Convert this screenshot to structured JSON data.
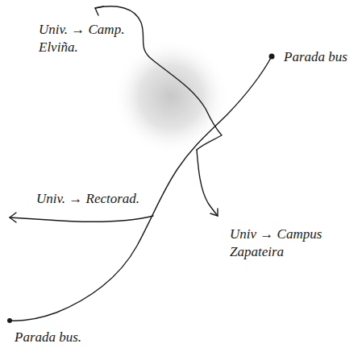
{
  "diagram": {
    "labels": [
      "Univ. → Camp. Elviña.",
      "Parada bus",
      "Univ. → Rectorad.",
      "Univ → Campus Zapateira",
      "Parada bus."
    ]
  }
}
